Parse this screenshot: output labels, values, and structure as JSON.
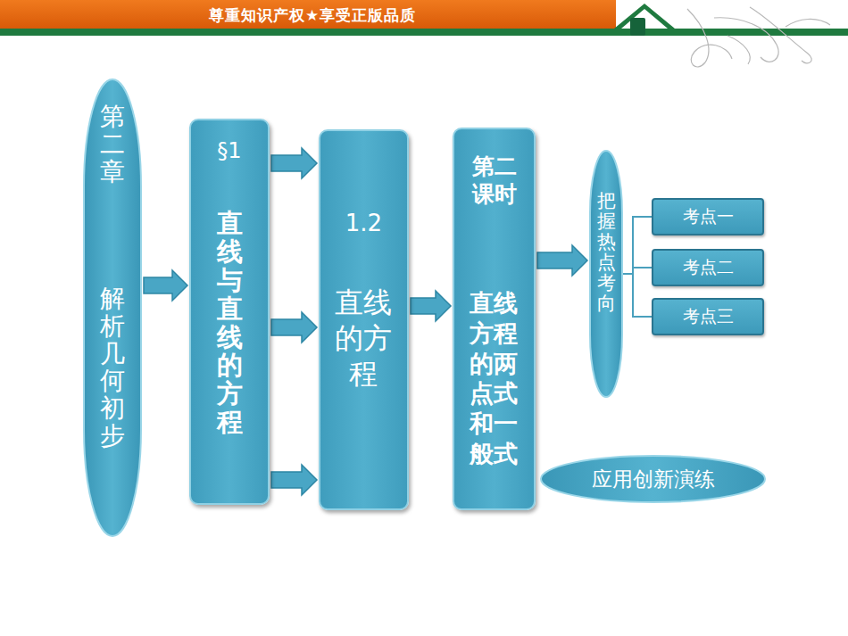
{
  "diagram": {
    "nodes": [
      {
        "text": [
          "第二章",
          "解析几何初步"
        ]
      },
      {
        "text": [
          "§1",
          "直线与直线的方程"
        ]
      },
      {
        "text": [
          "1.2",
          "直线的方程"
        ]
      },
      {
        "text": [
          "第二课时",
          "直线方程的两点式和一般式"
        ]
      },
      {
        "text": [
          "把握热点考向"
        ]
      },
      {
        "text": [
          "考点一"
        ]
      },
      {
        "text": [
          "考点二"
        ]
      },
      {
        "text": [
          "考点三"
        ]
      },
      {
        "text": [
          "应用创新演练"
        ]
      }
    ],
    "edges": [
      {
        "from": 0,
        "to": 1,
        "arrow": "to"
      },
      {
        "from": 1,
        "to": 2,
        "arrow": "to"
      },
      {
        "from": 1,
        "to": 2,
        "arrow": "to"
      },
      {
        "from": 1,
        "to": 2,
        "arrow": "to"
      },
      {
        "from": 2,
        "to": 3,
        "arrow": "to"
      },
      {
        "from": 3,
        "to": 4,
        "arrow": "to"
      },
      {
        "from": 4,
        "to": 5,
        "arrow": "none"
      },
      {
        "from": 4,
        "to": 6,
        "arrow": "none"
      },
      {
        "from": 4,
        "to": 7,
        "arrow": "none"
      }
    ],
    "labels": [
      "尊重知识产权★享受正版品质"
    ]
  }
}
